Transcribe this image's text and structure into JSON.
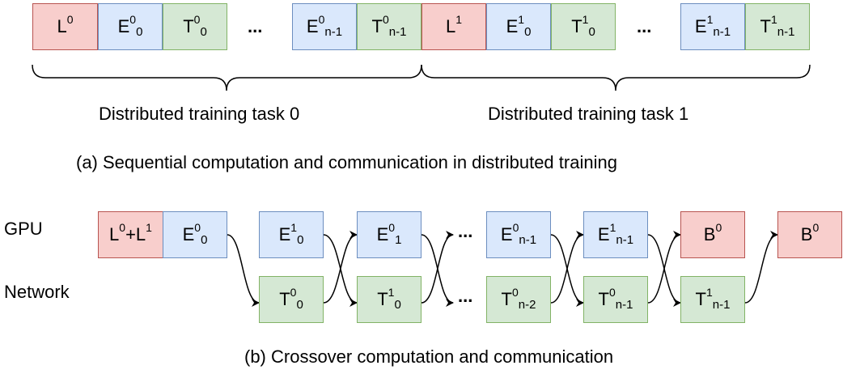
{
  "part_a": {
    "boxes": [
      {
        "base": "L",
        "sup": "0",
        "sub": ""
      },
      {
        "base": "E",
        "sup": "0",
        "sub": "0"
      },
      {
        "base": "T",
        "sup": "0",
        "sub": "0"
      },
      {
        "base": "E",
        "sup": "0",
        "sub": "n-1"
      },
      {
        "base": "T",
        "sup": "0",
        "sub": "n-1"
      },
      {
        "base": "L",
        "sup": "1",
        "sub": ""
      },
      {
        "base": "E",
        "sup": "1",
        "sub": "0"
      },
      {
        "base": "T",
        "sup": "1",
        "sub": "0"
      },
      {
        "base": "E",
        "sup": "1",
        "sub": "n-1"
      },
      {
        "base": "T",
        "sup": "1",
        "sub": "n-1"
      }
    ],
    "ellipsis": "...",
    "brace_labels": [
      "Distributed training task 0",
      "Distributed training task 1"
    ],
    "caption": "(a) Sequential computation and communication in distributed training"
  },
  "part_b": {
    "row_labels": {
      "gpu": "GPU",
      "network": "Network"
    },
    "gpu_first": {
      "base1": "L",
      "sup1": "0",
      "join": "+",
      "base2": "L",
      "sup2": "1"
    },
    "gpu_boxes": [
      {
        "base": "E",
        "sup": "0",
        "sub": "0"
      },
      {
        "base": "E",
        "sup": "1",
        "sub": "0"
      },
      {
        "base": "E",
        "sup": "0",
        "sub": "1"
      },
      {
        "base": "E",
        "sup": "0",
        "sub": "n-1"
      },
      {
        "base": "E",
        "sup": "1",
        "sub": "n-1"
      },
      {
        "base": "B",
        "sup": "0",
        "sub": ""
      },
      {
        "base": "B",
        "sup": "0",
        "sub": ""
      }
    ],
    "network_boxes": [
      {
        "base": "T",
        "sup": "0",
        "sub": "0"
      },
      {
        "base": "T",
        "sup": "1",
        "sub": "0"
      },
      {
        "base": "T",
        "sup": "0",
        "sub": "n-2"
      },
      {
        "base": "T",
        "sup": "0",
        "sub": "n-1"
      },
      {
        "base": "T",
        "sup": "1",
        "sub": "n-1"
      }
    ],
    "ellipsis": "...",
    "caption": "(b) Crossover computation and communication"
  },
  "colors": {
    "compute_fill": "#dae8fc",
    "compute_stroke": "#6c8ebf",
    "comm_fill": "#d5e8d4",
    "comm_stroke": "#82b366",
    "aux_fill": "#f8cecc",
    "aux_stroke": "#b85450"
  }
}
